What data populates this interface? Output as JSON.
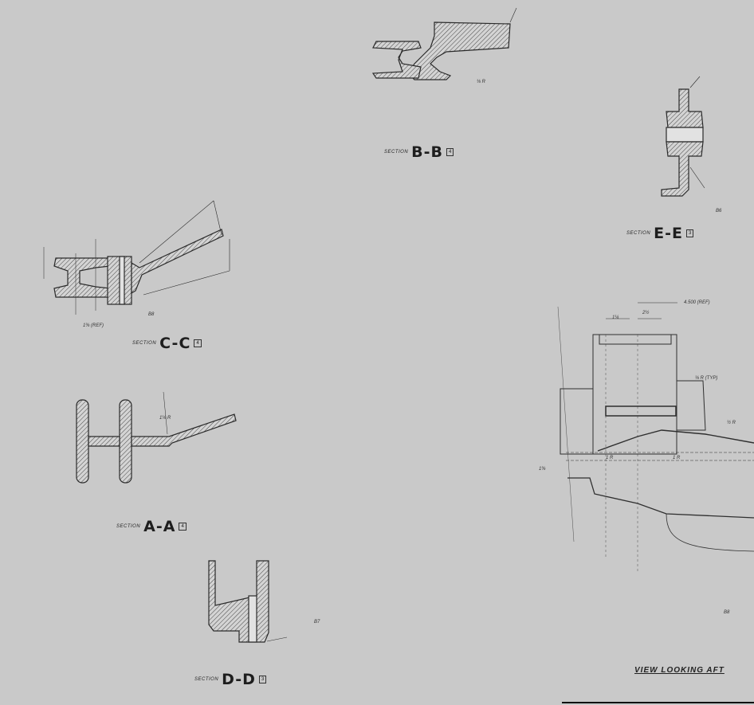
{
  "sections": {
    "bb": {
      "prefix": "SECTION",
      "name": "B-B",
      "ref": "4"
    },
    "ee": {
      "prefix": "SECTION",
      "name": "E-E",
      "ref": "3"
    },
    "cc": {
      "prefix": "SECTION",
      "name": "C-C",
      "ref": "4"
    },
    "aa": {
      "prefix": "SECTION",
      "name": "A-A",
      "ref": "4"
    },
    "dd": {
      "prefix": "SECTION",
      "name": "D-D",
      "ref": "3"
    }
  },
  "view_title": "VIEW LOOKING AFT",
  "notes": {
    "bb_radius": "⅛ R",
    "cc_ref": "B8",
    "cc_dim": "1⅜ (REF)",
    "aa_radius": "1⅛ R",
    "dd_ref": "B7",
    "ee_ref": "B6",
    "view_ref": "B8",
    "dim_4500": "4.500 (REF)",
    "dim_1_4": "1¼",
    "dim_2_half": "2½",
    "typ_radius": "⅛ R (TYP)",
    "r_1": "1 R",
    "r_2": "1 R",
    "dim_1_38": "1⅜",
    "half_r": "½ R"
  }
}
